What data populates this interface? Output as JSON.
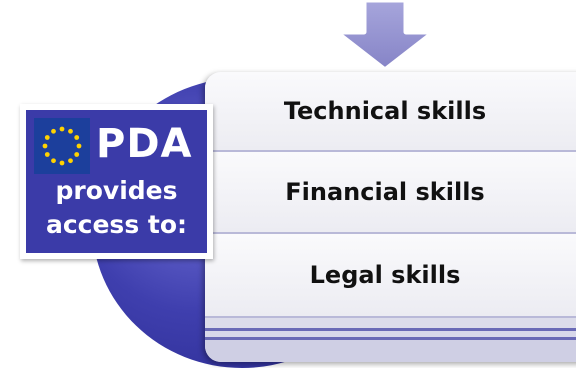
{
  "badge": {
    "title": "PDA",
    "line2": "provides",
    "line3": "access to:"
  },
  "skills": [
    {
      "label": "Technical skills"
    },
    {
      "label": "Financial skills"
    },
    {
      "label": "Legal skills"
    }
  ],
  "colors": {
    "badge_blue": "#3b3ba8",
    "orb_blue": "#3f3fae",
    "arrow_fill": "#8a88cc",
    "flag_blue": "#1c3f9c",
    "star_yellow": "#ffd200"
  }
}
